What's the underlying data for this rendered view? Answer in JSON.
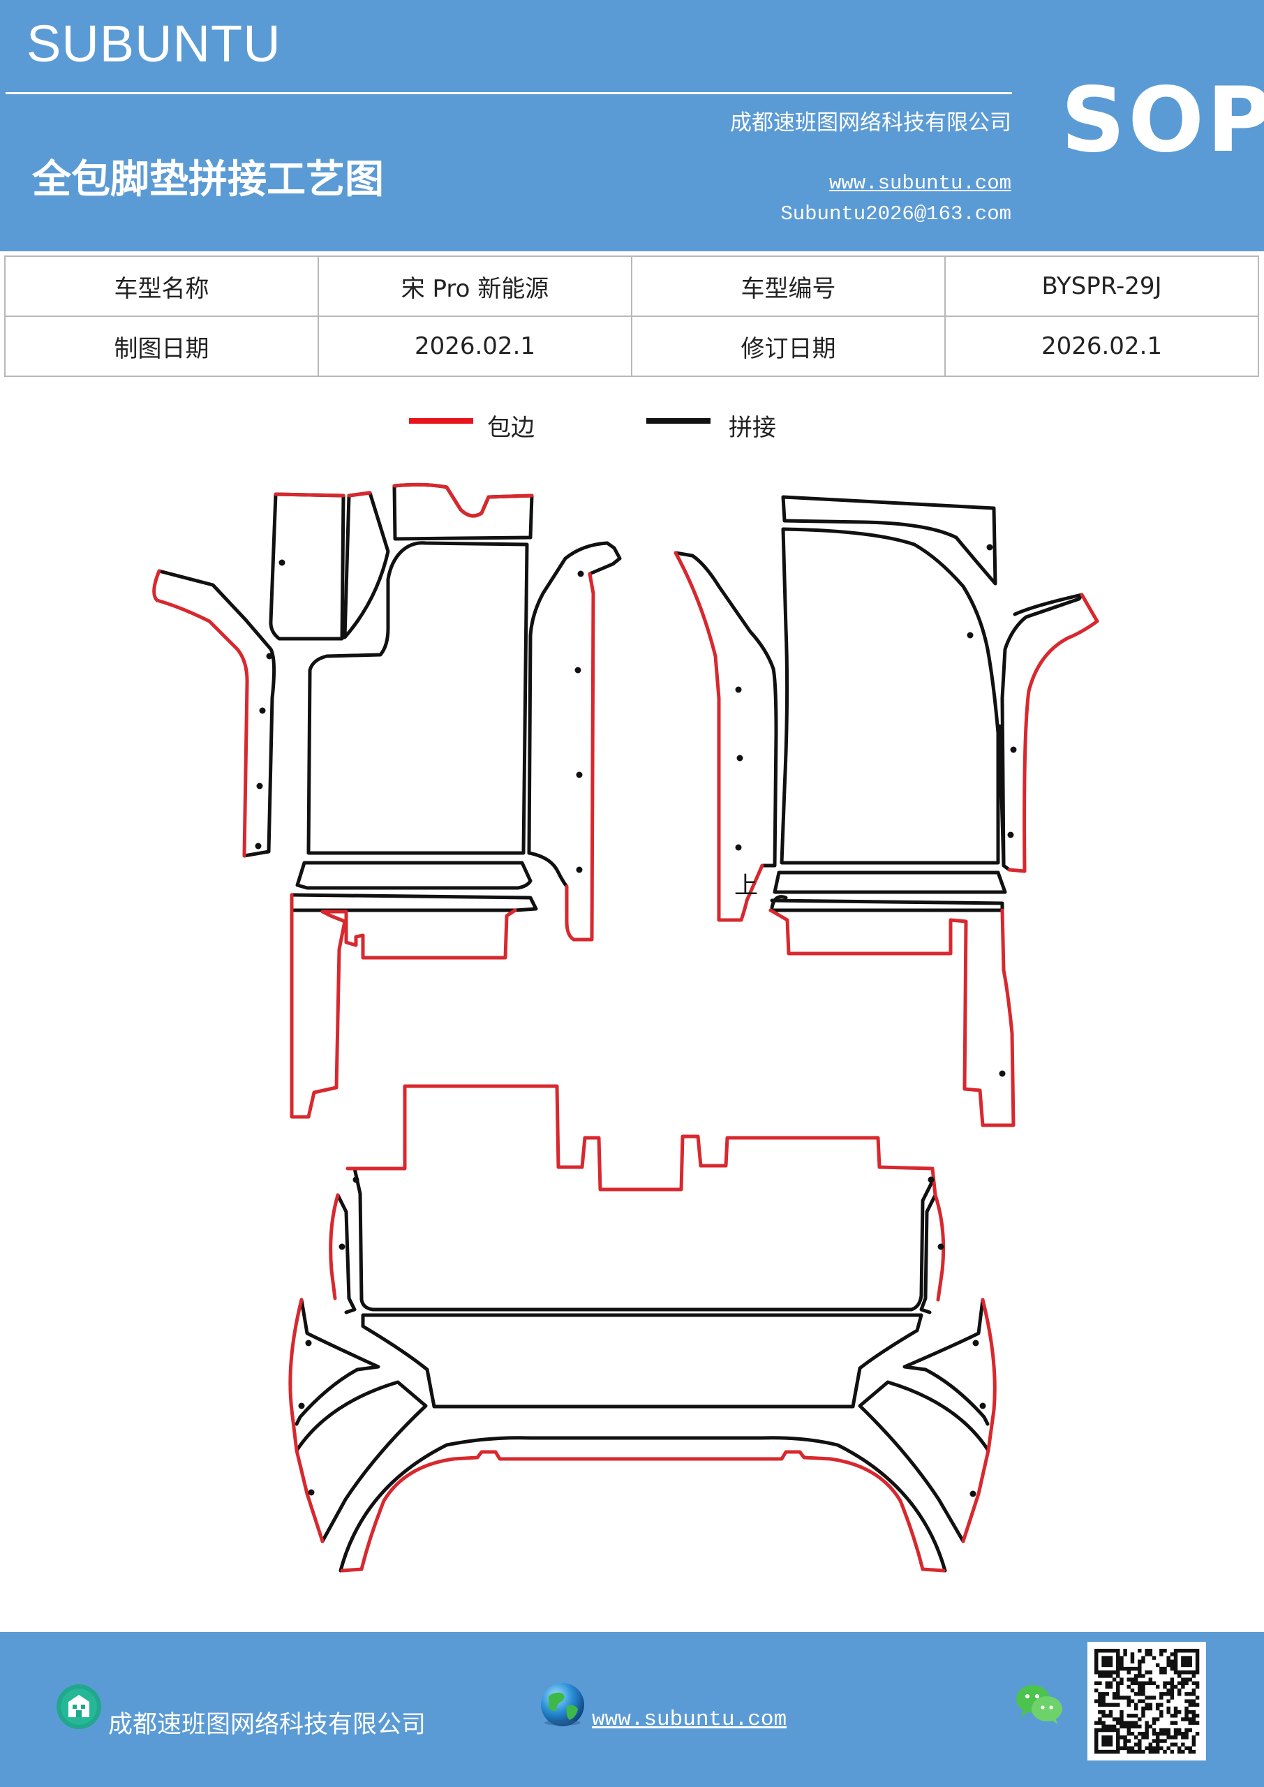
{
  "header": {
    "brand": "SUBUNTU",
    "company": "成都速班图网络科技有限公司",
    "title": "全包脚垫拼接工艺图",
    "website": "www.subuntu.com",
    "email": "Subuntu2026@163.com",
    "badge": "SOP"
  },
  "info": {
    "rows": [
      {
        "label1": "车型名称",
        "value1": "宋 Pro 新能源",
        "label2": "车型编号",
        "value2": "BYSPR-29J"
      },
      {
        "label1": "制图日期",
        "value1": "2026.02.1",
        "label2": "修订日期",
        "value2": "2026.02.1"
      }
    ]
  },
  "legend": {
    "items": [
      {
        "label": "包边",
        "color": "#e8141c"
      },
      {
        "label": "拼接",
        "color": "#111111"
      }
    ]
  },
  "diagram": {
    "edge_color": "#d8282e",
    "seam_color": "#111111",
    "marker": "上"
  },
  "footer": {
    "company": "成都速班图网络科技有限公司",
    "website": "www.subuntu.com",
    "icons": [
      "building-icon",
      "globe-icon",
      "wechat-icon",
      "qr-code"
    ]
  }
}
